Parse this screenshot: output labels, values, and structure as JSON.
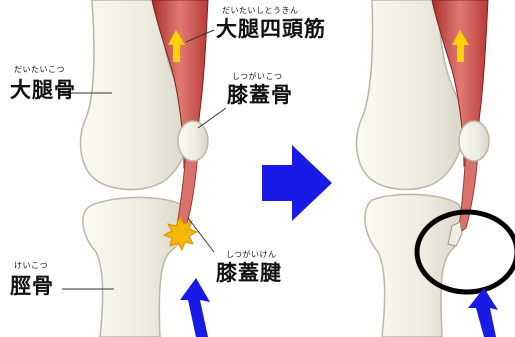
{
  "labels": {
    "quadriceps": {
      "reading": "だいたいしとうきん",
      "term": "大腿四頭筋"
    },
    "femur": {
      "reading": "だいたいこつ",
      "term": "大腿骨"
    },
    "patella": {
      "reading": "しつがいこつ",
      "term": "膝蓋骨"
    },
    "tendon": {
      "reading": "しつがいけん",
      "term": "膝蓋腱"
    },
    "tibia": {
      "reading": "けいこつ",
      "term": "脛骨"
    }
  },
  "colors": {
    "muscle": "#c94a4a",
    "muscle_light": "#f0a9a0",
    "bone": "#f1efe4",
    "bone_outline": "#b9b6a6",
    "arrow_force": "#1a1ae6",
    "arrow_muscle": "#ffd200",
    "pain_burst": "#f5b800",
    "highlight_circle": "#000000"
  }
}
